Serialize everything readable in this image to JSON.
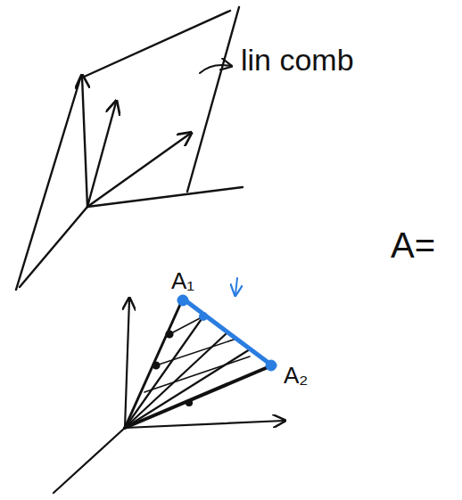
{
  "diagram": {
    "labels": [
      "lin comb",
      "A=",
      "A₁",
      "A₂"
    ]
  }
}
